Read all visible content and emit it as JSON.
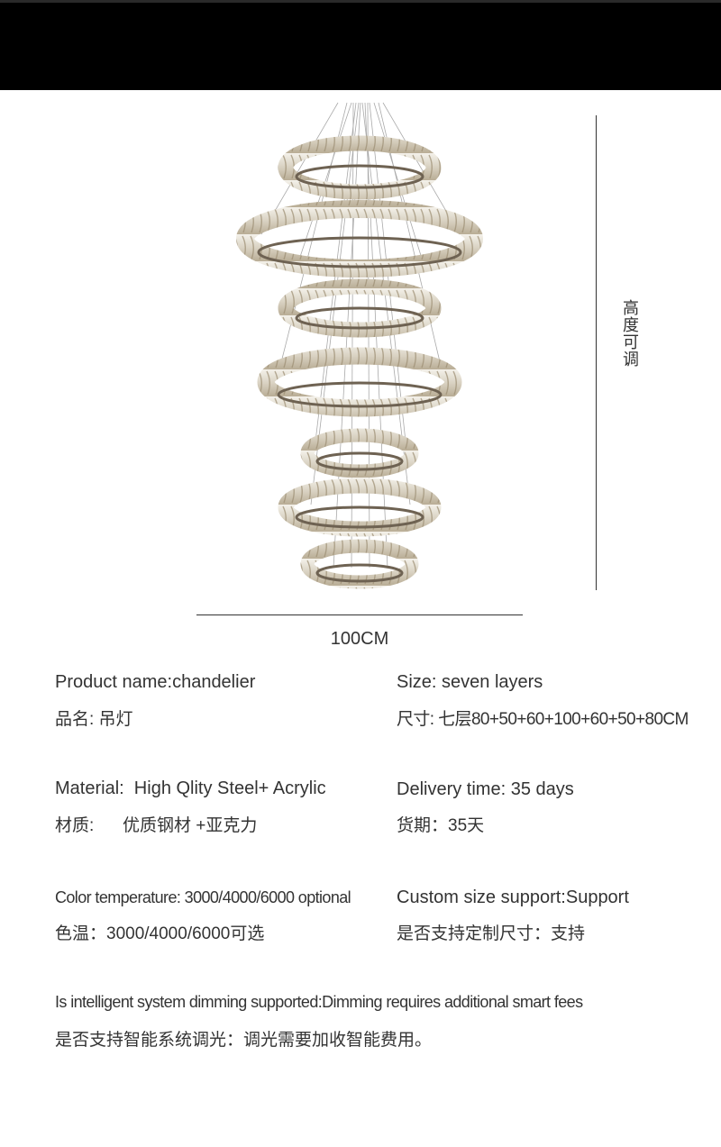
{
  "dimensions": {
    "width_label": "100CM",
    "height_label": "高度可调"
  },
  "specs": {
    "product_name_en": "Product name:chandelier",
    "product_name_cn": "品名: 吊灯",
    "size_en": "Size: seven layers",
    "size_cn": "尺寸: 七层80+50+60+100+60+50+80CM",
    "material_en": "Material:  High Qlity Steel+ Acrylic",
    "material_cn": "材质:      优质钢材 +亚克力",
    "delivery_en": "Delivery time: 35 days",
    "delivery_cn": "货期：35天",
    "color_temp_en": "Color temperature: 3000/4000/6000 optional",
    "color_temp_cn": "色温：3000/4000/6000可选",
    "custom_size_en": "Custom size support:Support",
    "custom_size_cn": "是否支持定制尺寸：支持",
    "dimming_en": "Is intelligent system dimming supported:Dimming requires additional smart fees",
    "dimming_cn": "是否支持智能系统调光：调光需要加收智能费用。"
  },
  "chandelier": {
    "layers": 7,
    "ring_widths_cm": [
      80,
      50,
      60,
      100,
      60,
      50,
      80
    ]
  }
}
